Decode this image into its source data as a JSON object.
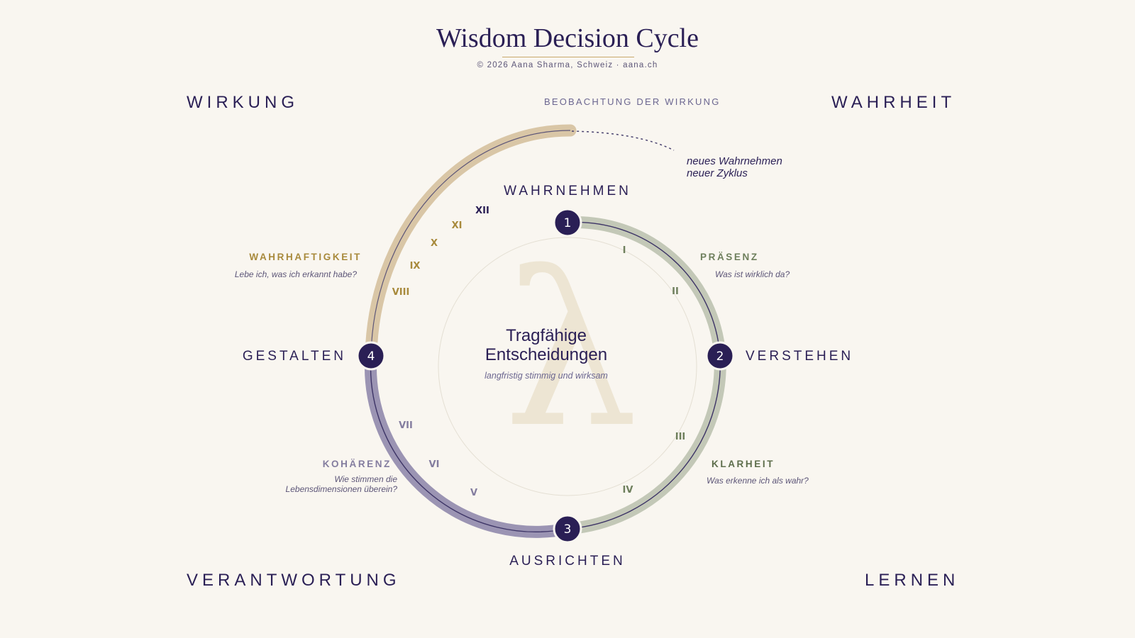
{
  "header": {
    "title": "Wisdom Decision Cycle",
    "copyright": "© 2026 Aana Sharma, Schweiz · aana.ch"
  },
  "corners": {
    "top_left": "WIRKUNG",
    "top_right": "WAHRHEIT",
    "bottom_left": "VERANTWORTUNG",
    "bottom_right": "LERNEN"
  },
  "observation_label": "BEOBACHTUNG DER WIRKUNG",
  "new_cycle": {
    "line1": "neues Wahrnehmen",
    "line2": "neuer Zyklus"
  },
  "stages": [
    {
      "number": "1",
      "label": "WAHRNEHMEN"
    },
    {
      "number": "2",
      "label": "VERSTEHEN"
    },
    {
      "number": "3",
      "label": "AUSRICHTEN"
    },
    {
      "number": "4",
      "label": "GESTALTEN"
    }
  ],
  "qualities": {
    "praesenz": {
      "label": "PRÄSENZ",
      "question": "Was ist wirklich da?"
    },
    "klarheit": {
      "label": "KLARHEIT",
      "question": "Was erkenne ich als wahr?"
    },
    "kohaerenz": {
      "label": "KOHÄRENZ",
      "question_line1": "Wie stimmen die",
      "question_line2": "Lebensdimensionen überein?"
    },
    "wahrhaftigkeit": {
      "label": "WAHRHAFTIGKEIT",
      "question": "Lebe ich, was ich erkannt habe?"
    }
  },
  "numerals": [
    "I",
    "II",
    "III",
    "IV",
    "V",
    "VI",
    "VII",
    "VIII",
    "IX",
    "X",
    "XI",
    "XII"
  ],
  "center": {
    "title_line1": "Tragfähige",
    "title_line2": "Entscheidungen",
    "subtitle": "langfristig stimmig und wirksam",
    "watermark_glyph": "λ"
  },
  "colors": {
    "background": "#f9f6f0",
    "navy": "#2a1f55",
    "sage": "#c3c8b7",
    "sage_text": "#6e7f5c",
    "lavender": "#9b94b3",
    "lavender_text": "#847d9f",
    "tan": "#d9c6a6",
    "gold_text": "#a88a3c"
  }
}
